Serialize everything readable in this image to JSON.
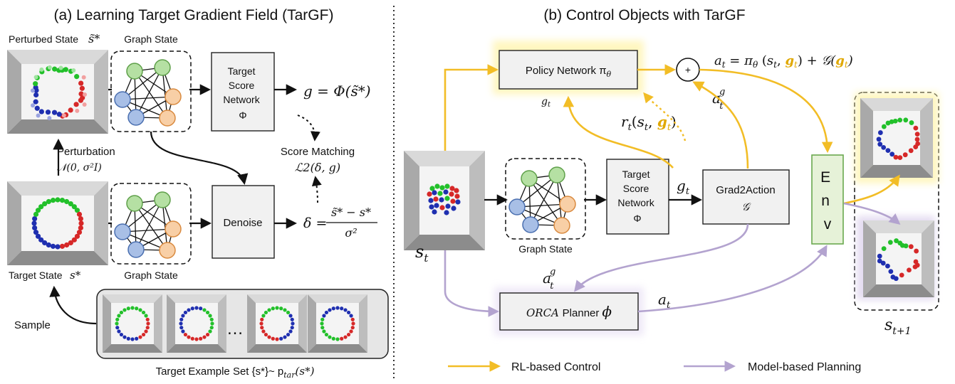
{
  "left": {
    "title": "(a) Learning Target Gradient Field (TarGF)",
    "perturbed_state": "Perturbed State",
    "perturbed_symbol": "s̃*",
    "graph_state_top": "Graph State",
    "graph_state_bottom": "Graph State",
    "target_score_network": [
      "Target",
      "Score",
      "Network",
      "Φ"
    ],
    "g_equation": "g = Φ(s̃*)",
    "score_matching": "Score Matching",
    "loss": "ℒ2(δ, g)",
    "perturbation": "Perturbation",
    "perturbation_dist": "𝒩(0, σ²I)",
    "denoise": "Denoise",
    "delta_lhs": "δ =",
    "delta_num": "s̃* − s*",
    "delta_den": "σ²",
    "target_state": "Target State",
    "target_symbol": "s*",
    "sample": "Sample",
    "ellipsis": "…",
    "example_set": "Target Example Set {s*}~ p",
    "example_set_sub": "tar",
    "example_set_tail": "(s*)"
  },
  "right": {
    "title": "(b) Control Objects with TarGF",
    "policy_network": "Policy Network π",
    "policy_sub": "θ",
    "g_t_small": "g",
    "plus": "+",
    "action_eq": "a = π (s , g ) + 𝒢(g )",
    "a_t_g": "a",
    "reward": "r (s , g )",
    "s_t": "s",
    "graph_state": "Graph State",
    "target_score_network": [
      "Target",
      "Score",
      "Network",
      "Φ"
    ],
    "g_t": "g",
    "grad2action": "Grad2Action",
    "grad2action_symbol": "𝒢",
    "env": [
      "E",
      "n",
      "v"
    ],
    "orca": "ORCA",
    "planner": "Planner",
    "phi": "ϕ",
    "a_t": "a",
    "s_t1": "s",
    "s_t1_sub": "t+1"
  },
  "legend": {
    "rl": "RL-based Control",
    "model": "Model-based Planning"
  },
  "colors": {
    "rl": "#f2bd26",
    "model": "#b3a3cf",
    "graph_green": "#b5e0a3",
    "graph_blue": "#a8bfe6",
    "graph_orange": "#f8cfa6",
    "env_fill": "#e6f2d8",
    "env_border": "#6aa84f"
  }
}
